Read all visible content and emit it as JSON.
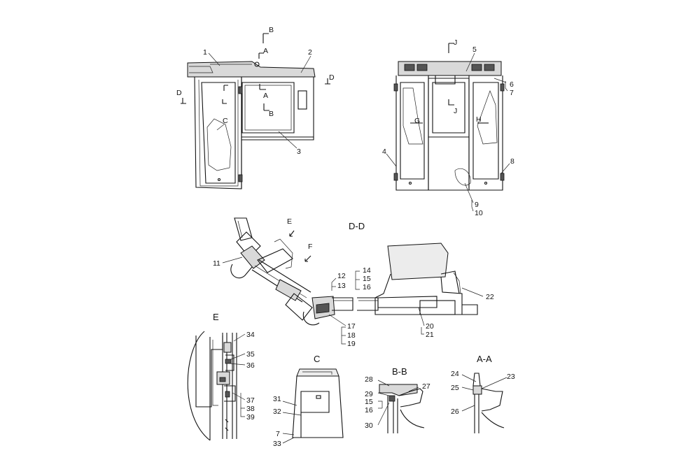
{
  "views": {
    "side": {
      "section_marks": [
        "A",
        "A",
        "B",
        "B",
        "C",
        "D",
        "D"
      ]
    },
    "front": {
      "section_marks": [
        "J",
        "J",
        "G",
        "H"
      ]
    },
    "dd": {
      "title": "D-D",
      "section_marks": [
        "E",
        "F"
      ]
    },
    "e": {
      "title": "E"
    },
    "c": {
      "title": "C"
    },
    "bb": {
      "title": "B-B"
    },
    "aa": {
      "title": "A-A"
    }
  },
  "callouts": [
    "1",
    "2",
    "3",
    "4",
    "5",
    "6",
    "7",
    "8",
    "9",
    "10",
    "11",
    "12",
    "13",
    "14",
    "15",
    "16",
    "17",
    "18",
    "19",
    "20",
    "21",
    "22",
    "23",
    "24",
    "25",
    "26",
    "27",
    "28",
    "29",
    "30",
    "31",
    "32",
    "33",
    "34",
    "35",
    "36",
    "37",
    "38",
    "39"
  ],
  "bb_extra": [
    "15",
    "16"
  ],
  "c_extra": [
    "7"
  ]
}
